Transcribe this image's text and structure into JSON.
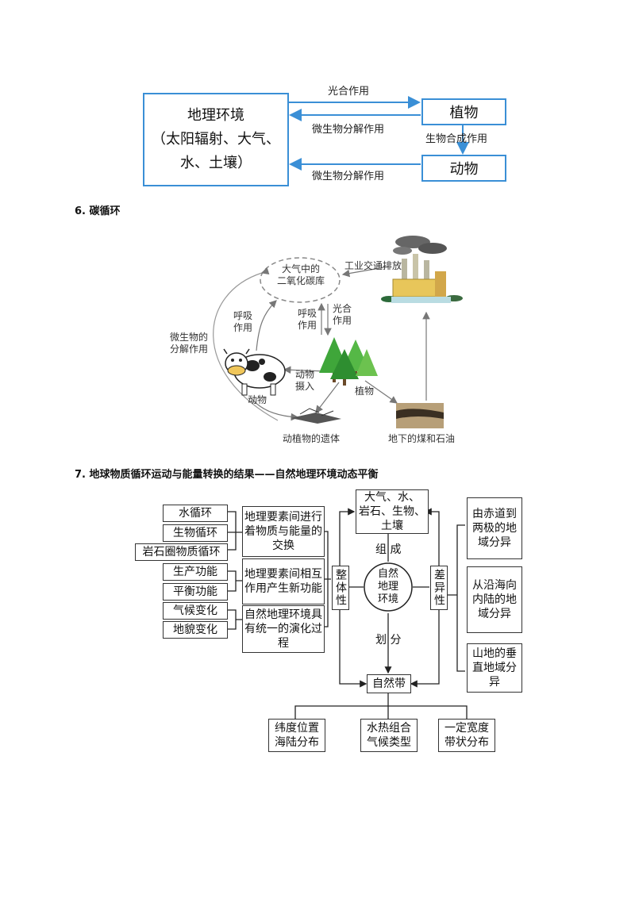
{
  "section5": {
    "geo_env": [
      "地理环境",
      "（太阳辐射、大气、",
      "水、土壤）"
    ],
    "plant": "植物",
    "animal": "动物",
    "photosynthesis": "光合作用",
    "decompose_top": "微生物分解作用",
    "bio_synthesis": "生物合成作用",
    "decompose_bottom": "微生物分解作用"
  },
  "section6": {
    "heading": "6. 碳循环",
    "co2_pool": [
      "大气中的",
      "二氧化碳库"
    ],
    "industrial": "工业交通排放",
    "respiration_left": [
      "呼吸",
      "作用"
    ],
    "respiration_right": [
      "呼吸",
      "作用"
    ],
    "photosynthesis": [
      "光合",
      "作用"
    ],
    "microbe_decomp": [
      "微生物的",
      "分解作用"
    ],
    "animal_intake": [
      "动物",
      "摄入"
    ],
    "animal": "动物",
    "plant": "植物",
    "remains": "动植物的遗体",
    "coal_oil": "地下的煤和石油"
  },
  "section7": {
    "heading": "7. 地球物质循环运动与能量转换的结果——自然地理环境动态平衡",
    "left_items": [
      "水循环",
      "生物循环",
      "岩石圈物质循环",
      "生产功能",
      "平衡功能",
      "气候变化",
      "地貌变化"
    ],
    "middle_items": [
      "地理要素间进行着物质与能量的交换",
      "地理要素间相互作用产生新功能",
      "自然地理环境具有统一的演化过程"
    ],
    "wholeness": "整体性",
    "difference": "差异性",
    "components": [
      "大气、水、",
      "岩石、生物、",
      "土壤"
    ],
    "compose": "组 成",
    "center": [
      "自然",
      "地理",
      "环境"
    ],
    "divide": "划 分",
    "natural_zone": "自然带",
    "right_items": [
      "由赤道到两极的地域分异",
      "从沿海向内陆的地域分异",
      "山地的垂直地域分异"
    ],
    "bottom_items": [
      [
        "纬度位置",
        "海陆分布"
      ],
      [
        "水热组合",
        "气候类型"
      ],
      [
        "一定宽度",
        "带状分布"
      ]
    ]
  }
}
